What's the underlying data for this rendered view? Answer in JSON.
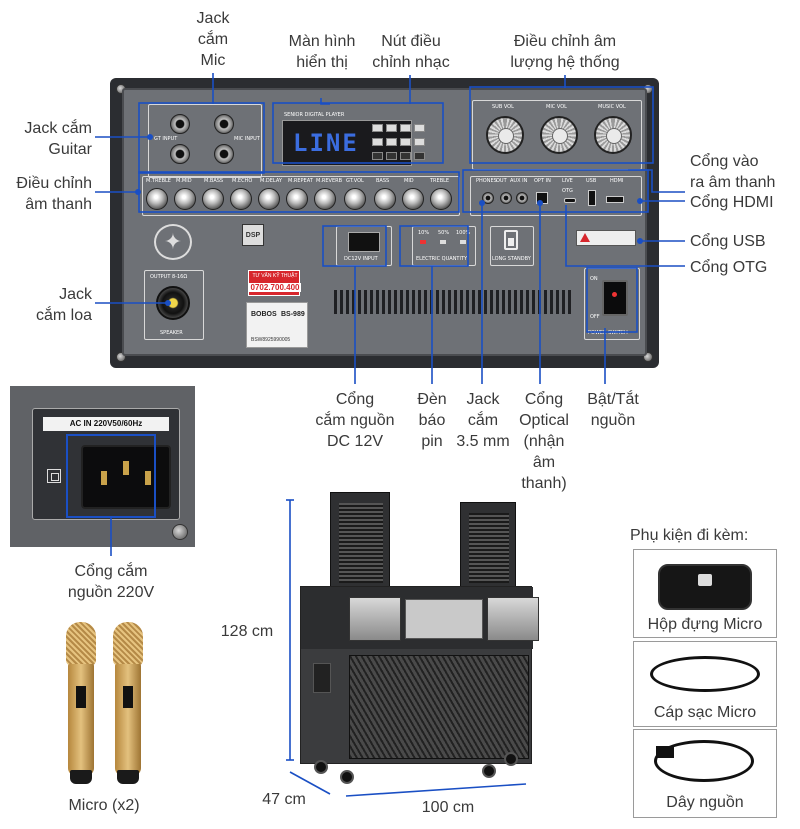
{
  "callouts": {
    "jack_mic": [
      "Jack",
      "cắm",
      "Mic"
    ],
    "display": [
      "Màn hình",
      "hiển thị"
    ],
    "music_buttons": [
      "Nút điều",
      "chỉnh nhạc"
    ],
    "system_volume": [
      "Điều chỉnh âm",
      "lượng hệ thống"
    ],
    "jack_guitar": [
      "Jack cắm",
      "Guitar"
    ],
    "tone_control": [
      "Điều chỉnh",
      "âm thanh"
    ],
    "audio_io": [
      "Cổng vào",
      "ra âm thanh"
    ],
    "hdmi": "Cổng HDMI",
    "usb": "Cổng USB",
    "otg": "Cổng OTG",
    "speaker_jack": [
      "Jack",
      "cắm loa"
    ],
    "dc_port": [
      "Cổng",
      "cắm nguồn",
      "DC 12V"
    ],
    "battery_led": [
      "Đèn",
      "báo",
      "pin"
    ],
    "jack_35": [
      "Jack",
      "cắm",
      "3.5 mm"
    ],
    "optical": [
      "Cổng",
      "Optical",
      "(nhận",
      "âm",
      "thanh)"
    ],
    "power_switch": [
      "Bật/Tắt",
      "nguồn"
    ],
    "ac_port": [
      "Cổng cắm",
      "nguồn 220V"
    ],
    "micro_count": "Micro (x2)",
    "height": "128 cm",
    "depth": "47 cm",
    "width": "100 cm"
  },
  "panel": {
    "lcd": "LINE",
    "player_title": "SENIOR DIGITAL PLAYER",
    "sticker_title": "TƯ VẤN KỸ THUẬT",
    "sticker_phone": "0702.700.400",
    "brand": "BOBOS",
    "model": "BS-989",
    "serial": "BSW8925990005",
    "vol_labels": [
      "SUB VOL",
      "MIC VOL",
      "MUSIC VOL"
    ],
    "tone_labels": [
      "M.TREBLE",
      "M.MID",
      "M.BASS",
      "M.ECHO",
      "M.DELAY",
      "M.REPEAT",
      "M.REVERB",
      "GT.VOL",
      "BASS",
      "MID",
      "TREBLE"
    ],
    "io_labels": [
      "PHONES",
      "OUT",
      "AUX IN",
      "OPT IN",
      "LIVE",
      "OTG",
      "USB",
      "HDMI"
    ],
    "gt_input": "GT INPUT",
    "mic_input": "MIC INPUT",
    "output": "OUTPUT 8-16Ω",
    "speaker": "SPEAKER",
    "dc_input": "DC12V INPUT",
    "electric_quantity": "ELECTRIC QUANTITY",
    "long_standby": "LONG STANDBY",
    "power_switch": "POWER SWITCH",
    "on": "ON",
    "off": "OFF",
    "battery_levels": [
      "10%",
      "50%",
      "100%"
    ]
  },
  "ac_inlet": {
    "label": "AC IN 220V50/60Hz"
  },
  "accessories": {
    "title": "Phụ kiện đi kèm:",
    "items": [
      "Hộp đựng Micro",
      "Cáp sạc Micro",
      "Dây nguồn"
    ]
  },
  "colors": {
    "callout_line": "#1a4fc4",
    "lcd_text": "#3b6de0",
    "sticker_red": "#d7262c",
    "mic_gold": "#d8b36a"
  }
}
